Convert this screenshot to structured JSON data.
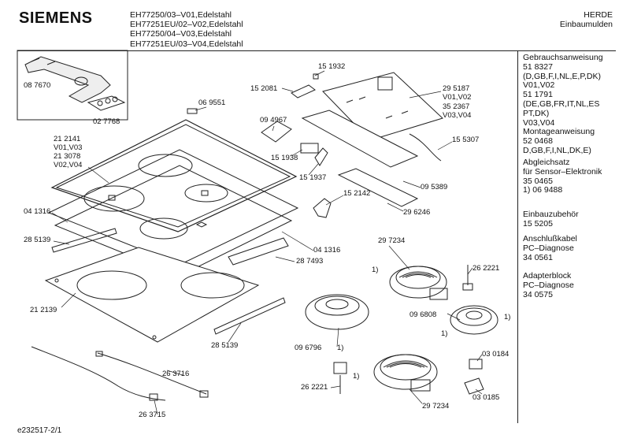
{
  "header": {
    "brand": "SIEMENS",
    "models": [
      "EH77250/03–V01,Edelstahl",
      "EH77251EU/02–V02,Edelstahl",
      "EH77250/04–V03,Edelstahl",
      "EH77251EU/03–V04,Edelstahl"
    ],
    "category_line1": "HERDE",
    "category_line2": "Einbaumulden"
  },
  "sidebar": {
    "blocks": [
      "Gebrauchsanweisung\n51 8327\n(D,GB,F,I,NL,E,P,DK)\nV01,V02\n51 1791\n(DE,GB,FR,IT,NL,ES\nPT,DK)\nV03,V04\nMontageanweisung\n52 0468\nD,GB,F,I,NL,DK,E)",
      "Abgleichsatz\nfür Sensor–Elektronik\n35 0465\n1) 06 9488",
      "Einbauzubehör\n15 5205",
      "Anschlußkabel\nPC–Diagnose\n34 0561",
      "Adapterblock\nPC–Diagnose\n34 0575"
    ]
  },
  "diagram": {
    "labels": [
      "08 7670",
      "02 7768",
      "06 9551",
      "21 2141",
      "V01,V03",
      "21 3078",
      "V02,V04",
      "04 1316",
      "28 5139",
      "21 2139",
      "04 1316",
      "28 7493",
      "28 5139",
      "15 1932",
      "15 2081",
      "09 4967",
      "15 1938",
      "15 1937",
      "15 2142",
      "29 5187",
      "V01,V02",
      "35 2367",
      "V03,V04",
      "15 5307",
      "09 5389",
      "29 6246",
      "29 7234",
      "1)",
      "26 2221",
      "09 6808",
      "1)",
      "1)",
      "09 6796",
      "1)",
      "03 0184",
      "26 2221",
      "1)",
      "29 7234",
      "03 0185",
      "26 3716",
      "26 3715"
    ]
  },
  "footer": {
    "doc_id": "e232517-2/1"
  },
  "colors": {
    "line": "#222222",
    "background": "#ffffff"
  }
}
